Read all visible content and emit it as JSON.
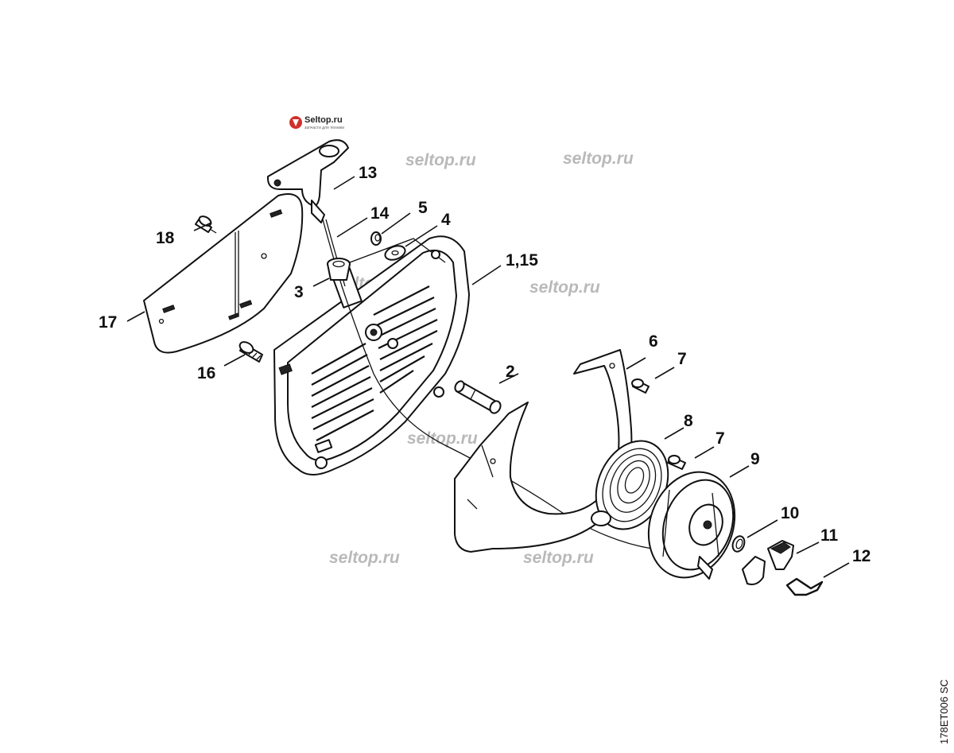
{
  "logo": {
    "name": "Seltop.ru",
    "tagline": "запчасти для техники"
  },
  "watermark_text": "seltop.ru",
  "drawing_code": "178ET006 SC",
  "callouts": {
    "c1_15": "1,15",
    "c2": "2",
    "c3": "3",
    "c4": "4",
    "c5": "5",
    "c6": "6",
    "c7a": "7",
    "c7b": "7",
    "c8": "8",
    "c9": "9",
    "c10": "10",
    "c11": "11",
    "c12": "12",
    "c13": "13",
    "c14": "14",
    "c16": "16",
    "c17": "17",
    "c18": "18"
  },
  "colors": {
    "line": "#111111",
    "watermark": "#b9b9b9",
    "logo_red": "#d0312d"
  }
}
